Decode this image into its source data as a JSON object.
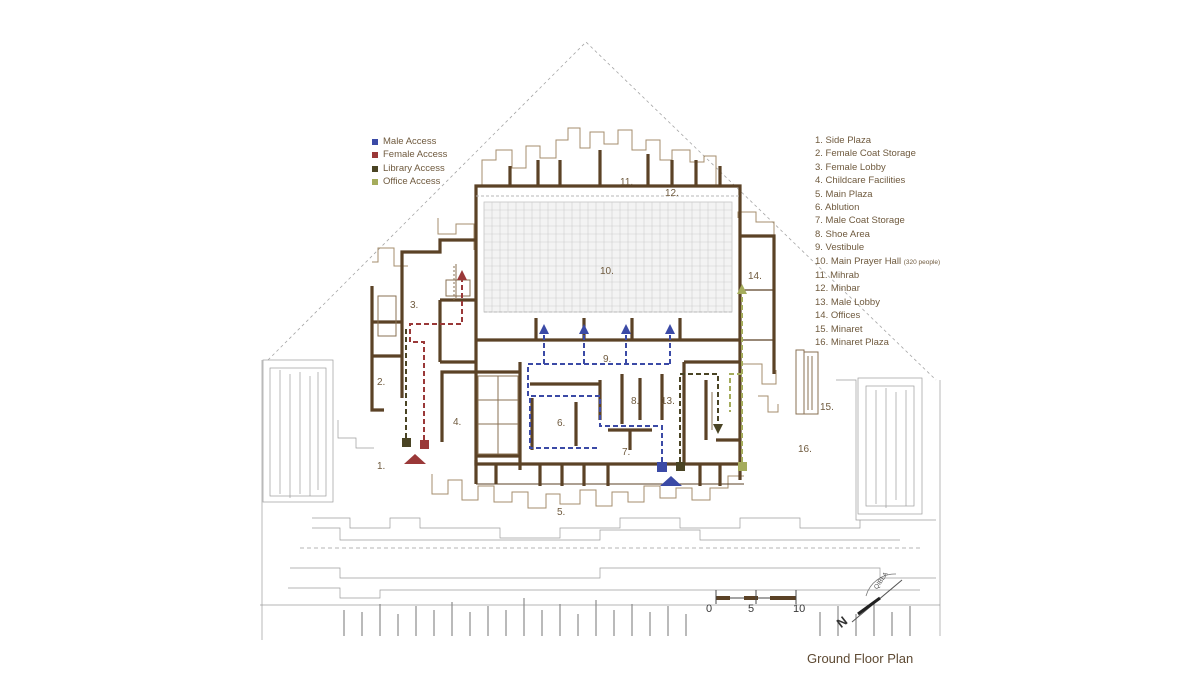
{
  "legend": [
    {
      "label": "Male Access",
      "color": "#3b4aa6"
    },
    {
      "label": "Female Access",
      "color": "#9a3838"
    },
    {
      "label": "Library Access",
      "color": "#4a4424"
    },
    {
      "label": "Office Access",
      "color": "#a5ac5c"
    }
  ],
  "rooms": [
    {
      "label": "1. Side Plaza",
      "note": ""
    },
    {
      "label": "2. Female Coat Storage",
      "note": ""
    },
    {
      "label": "3. Female Lobby",
      "note": ""
    },
    {
      "label": "4. Childcare Facilities",
      "note": ""
    },
    {
      "label": "5. Main Plaza",
      "note": ""
    },
    {
      "label": "6. Ablution",
      "note": ""
    },
    {
      "label": "7. Male Coat Storage",
      "note": ""
    },
    {
      "label": "8. Shoe Area",
      "note": ""
    },
    {
      "label": "9. Vestibule",
      "note": ""
    },
    {
      "label": "10. Main Prayer Hall",
      "note": "(320 people)"
    },
    {
      "label": "11. Mihrab",
      "note": ""
    },
    {
      "label": "12. Minbar",
      "note": ""
    },
    {
      "label": "13. Male Lobby",
      "note": ""
    },
    {
      "label": "14. Offices",
      "note": ""
    },
    {
      "label": "15. Minaret",
      "note": ""
    },
    {
      "label": "16. Minaret Plaza",
      "note": ""
    }
  ],
  "plan_labels": {
    "n1": "1.",
    "n2": "2.",
    "n3": "3.",
    "n4": "4.",
    "n5": "5.",
    "n6": "6.",
    "n7": "7.",
    "n8": "8.",
    "n9": "9.",
    "n10": "10.",
    "n11": "11.",
    "n12": "12.",
    "n13": "13.",
    "n14": "14.",
    "n15": "15.",
    "n16": "16."
  },
  "scale": {
    "zero": "0",
    "five": "5",
    "ten": "10"
  },
  "north": {
    "letter": "N",
    "qibla": "QIBLA"
  },
  "title": "Ground Floor Plan",
  "colors": {
    "wall": "#5b4226",
    "wall_light": "#b39a75",
    "site_line": "#9a9a9a",
    "grid": "#c9c9c9"
  }
}
